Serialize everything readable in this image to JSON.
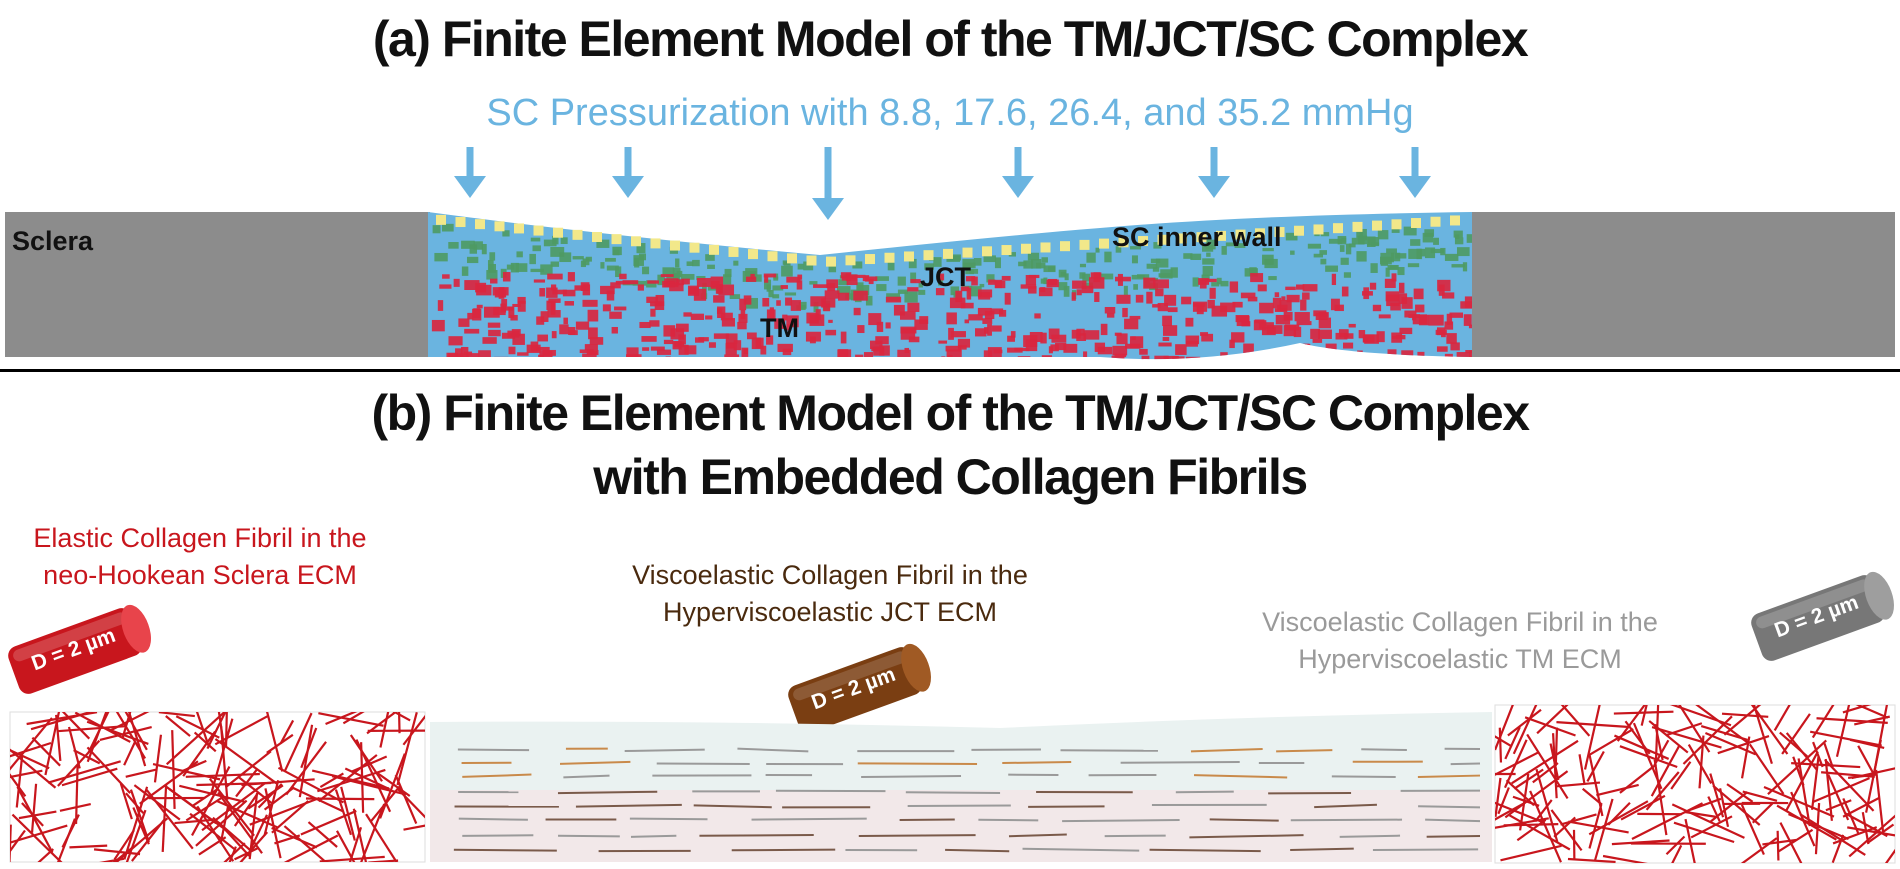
{
  "panel_a": {
    "title": "(a) Finite Element Model of the TM/JCT/SC Complex",
    "subtitle": "SC Pressurization with 8.8, 17.6, 26.4, and 35.2 mmHg",
    "labels": {
      "sclera": "Sclera",
      "sc_inner_wall": "SC inner wall",
      "jct": "JCT",
      "tm": "TM"
    }
  },
  "panel_b": {
    "title_line1": "(b) Finite Element Model of the TM/JCT/SC Complex",
    "title_line2": "with Embedded Collagen Fibrils",
    "fibrils": [
      {
        "line1": "Elastic Collagen Fibril in the",
        "line2": "neo-Hookean Sclera ECM",
        "diameter": "D = 2 µm",
        "color": "#c8161d"
      },
      {
        "line1": "Viscoelastic Collagen Fibril in the",
        "line2": "Hyperviscoelastic JCT ECM",
        "diameter": "D = 2 µm",
        "color": "#7a3e12"
      },
      {
        "line1": "Viscoelastic Collagen Fibril in the",
        "line2": "Hyperviscoelastic TM ECM",
        "diameter": "D = 2 µm",
        "color": "#777777"
      }
    ]
  },
  "colors": {
    "sclera": "#8c8c8c",
    "arrow": "#6ab4e0",
    "jct": "#4e9a63",
    "tm": "#d9263f",
    "sc_wall": "#f2e88a",
    "sclera_fibril": "#c8161d"
  }
}
